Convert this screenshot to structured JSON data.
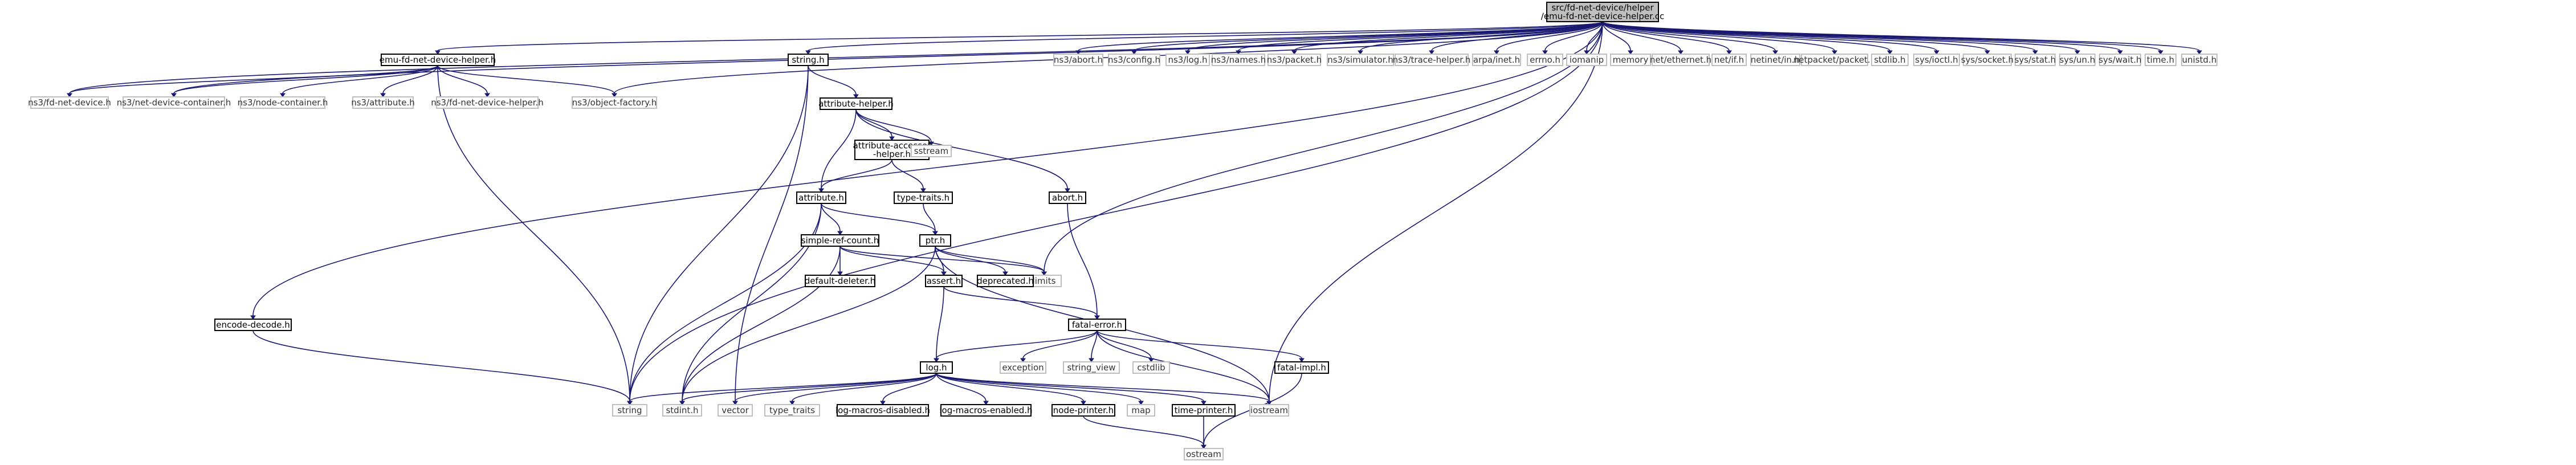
{
  "graph": {
    "root": "emu-fd-net-device-helper.cc",
    "nodes": [
      {
        "id": "root",
        "lines": [
          "src/fd-net-device/helper",
          "/emu-fd-net-device-helper.cc"
        ],
        "style": "root"
      },
      {
        "id": "emu_h",
        "lines": [
          "emu-fd-net-device-helper.h"
        ],
        "style": "boxed"
      },
      {
        "id": "fd_net_device",
        "lines": [
          "ns3/fd-net-device.h"
        ],
        "style": "grey"
      },
      {
        "id": "net_dev_container",
        "lines": [
          "ns3/net-device-container.h"
        ],
        "style": "grey"
      },
      {
        "id": "node_container",
        "lines": [
          "ns3/node-container.h"
        ],
        "style": "grey"
      },
      {
        "id": "attribute_ns3",
        "lines": [
          "ns3/attribute.h"
        ],
        "style": "grey"
      },
      {
        "id": "fd_helper",
        "lines": [
          "ns3/fd-net-device-helper.h"
        ],
        "style": "grey"
      },
      {
        "id": "object_factory",
        "lines": [
          "ns3/object-factory.h"
        ],
        "style": "grey"
      },
      {
        "id": "string_h",
        "lines": [
          "string.h"
        ],
        "style": "boxed"
      },
      {
        "id": "abort_ns3",
        "lines": [
          "ns3/abort.h"
        ],
        "style": "grey"
      },
      {
        "id": "config",
        "lines": [
          "ns3/config.h"
        ],
        "style": "grey"
      },
      {
        "id": "log_ns3",
        "lines": [
          "ns3/log.h"
        ],
        "style": "grey"
      },
      {
        "id": "names",
        "lines": [
          "ns3/names.h"
        ],
        "style": "grey"
      },
      {
        "id": "packet",
        "lines": [
          "ns3/packet.h"
        ],
        "style": "grey"
      },
      {
        "id": "simulator",
        "lines": [
          "ns3/simulator.h"
        ],
        "style": "grey"
      },
      {
        "id": "trace_helper",
        "lines": [
          "ns3/trace-helper.h"
        ],
        "style": "grey"
      },
      {
        "id": "arpa_inet",
        "lines": [
          "arpa/inet.h"
        ],
        "style": "grey"
      },
      {
        "id": "errno",
        "lines": [
          "errno.h"
        ],
        "style": "grey"
      },
      {
        "id": "iomanip",
        "lines": [
          "iomanip"
        ],
        "style": "grey"
      },
      {
        "id": "memory",
        "lines": [
          "memory"
        ],
        "style": "grey"
      },
      {
        "id": "net_ethernet",
        "lines": [
          "net/ethernet.h"
        ],
        "style": "grey"
      },
      {
        "id": "net_if",
        "lines": [
          "net/if.h"
        ],
        "style": "grey"
      },
      {
        "id": "netinet_in",
        "lines": [
          "netinet/in.h"
        ],
        "style": "grey"
      },
      {
        "id": "netpacket",
        "lines": [
          "netpacket/packet.h"
        ],
        "style": "grey"
      },
      {
        "id": "stdlib",
        "lines": [
          "stdlib.h"
        ],
        "style": "grey"
      },
      {
        "id": "sys_ioctl",
        "lines": [
          "sys/ioctl.h"
        ],
        "style": "grey"
      },
      {
        "id": "sys_socket",
        "lines": [
          "sys/socket.h"
        ],
        "style": "grey"
      },
      {
        "id": "sys_stat",
        "lines": [
          "sys/stat.h"
        ],
        "style": "grey"
      },
      {
        "id": "sys_un",
        "lines": [
          "sys/un.h"
        ],
        "style": "grey"
      },
      {
        "id": "sys_wait",
        "lines": [
          "sys/wait.h"
        ],
        "style": "grey"
      },
      {
        "id": "time_h",
        "lines": [
          "time.h"
        ],
        "style": "grey"
      },
      {
        "id": "unistd",
        "lines": [
          "unistd.h"
        ],
        "style": "grey"
      },
      {
        "id": "attribute_helper",
        "lines": [
          "attribute-helper.h"
        ],
        "style": "boxed"
      },
      {
        "id": "attr_accessor",
        "lines": [
          "attribute-accessor",
          "-helper.h"
        ],
        "style": "boxed"
      },
      {
        "id": "sstream",
        "lines": [
          "sstream"
        ],
        "style": "grey"
      },
      {
        "id": "abort_h",
        "lines": [
          "abort.h"
        ],
        "style": "boxed"
      },
      {
        "id": "attribute_h",
        "lines": [
          "attribute.h"
        ],
        "style": "boxed"
      },
      {
        "id": "type_traits_h",
        "lines": [
          "type-traits.h"
        ],
        "style": "boxed"
      },
      {
        "id": "ptr_h",
        "lines": [
          "ptr.h"
        ],
        "style": "boxed"
      },
      {
        "id": "simple_ref",
        "lines": [
          "simple-ref-count.h"
        ],
        "style": "boxed"
      },
      {
        "id": "limits",
        "lines": [
          "limits"
        ],
        "style": "grey"
      },
      {
        "id": "default_deleter",
        "lines": [
          "default-deleter.h"
        ],
        "style": "boxed"
      },
      {
        "id": "assert_h",
        "lines": [
          "assert.h"
        ],
        "style": "boxed"
      },
      {
        "id": "deprecated",
        "lines": [
          "deprecated.h"
        ],
        "style": "boxed"
      },
      {
        "id": "encode_decode",
        "lines": [
          "encode-decode.h"
        ],
        "style": "boxed"
      },
      {
        "id": "fatal_error",
        "lines": [
          "fatal-error.h"
        ],
        "style": "boxed"
      },
      {
        "id": "exception",
        "lines": [
          "exception"
        ],
        "style": "grey"
      },
      {
        "id": "string_view",
        "lines": [
          "string_view"
        ],
        "style": "grey"
      },
      {
        "id": "cstdlib",
        "lines": [
          "cstdlib"
        ],
        "style": "grey"
      },
      {
        "id": "fatal_impl",
        "lines": [
          "fatal-impl.h"
        ],
        "style": "boxed"
      },
      {
        "id": "log_h",
        "lines": [
          "log.h"
        ],
        "style": "boxed"
      },
      {
        "id": "string",
        "lines": [
          "string"
        ],
        "style": "grey"
      },
      {
        "id": "stdint",
        "lines": [
          "stdint.h"
        ],
        "style": "grey"
      },
      {
        "id": "vector",
        "lines": [
          "vector"
        ],
        "style": "grey"
      },
      {
        "id": "type_traits",
        "lines": [
          "type_traits"
        ],
        "style": "grey"
      },
      {
        "id": "log_macros_dis",
        "lines": [
          "log-macros-disabled.h"
        ],
        "style": "boxed"
      },
      {
        "id": "log_macros_en",
        "lines": [
          "log-macros-enabled.h"
        ],
        "style": "boxed"
      },
      {
        "id": "node_printer",
        "lines": [
          "node-printer.h"
        ],
        "style": "boxed"
      },
      {
        "id": "map",
        "lines": [
          "map"
        ],
        "style": "grey"
      },
      {
        "id": "time_printer",
        "lines": [
          "time-printer.h"
        ],
        "style": "boxed"
      },
      {
        "id": "iostream",
        "lines": [
          "iostream"
        ],
        "style": "grey"
      },
      {
        "id": "ostream",
        "lines": [
          "ostream"
        ],
        "style": "grey"
      }
    ],
    "edges": [
      [
        "root",
        "emu_h"
      ],
      [
        "root",
        "fd_net_device"
      ],
      [
        "root",
        "net_dev_container"
      ],
      [
        "root",
        "object_factory"
      ],
      [
        "root",
        "string_h"
      ],
      [
        "root",
        "abort_ns3"
      ],
      [
        "root",
        "config"
      ],
      [
        "root",
        "log_ns3"
      ],
      [
        "root",
        "names"
      ],
      [
        "root",
        "packet"
      ],
      [
        "root",
        "simulator"
      ],
      [
        "root",
        "trace_helper"
      ],
      [
        "root",
        "arpa_inet"
      ],
      [
        "root",
        "errno"
      ],
      [
        "root",
        "iomanip"
      ],
      [
        "root",
        "memory"
      ],
      [
        "root",
        "net_ethernet"
      ],
      [
        "root",
        "net_if"
      ],
      [
        "root",
        "netinet_in"
      ],
      [
        "root",
        "netpacket"
      ],
      [
        "root",
        "stdlib"
      ],
      [
        "root",
        "sys_ioctl"
      ],
      [
        "root",
        "sys_socket"
      ],
      [
        "root",
        "sys_stat"
      ],
      [
        "root",
        "sys_un"
      ],
      [
        "root",
        "sys_wait"
      ],
      [
        "root",
        "time_h"
      ],
      [
        "root",
        "unistd"
      ],
      [
        "root",
        "encode_decode"
      ],
      [
        "root",
        "limits"
      ],
      [
        "root",
        "iostream"
      ],
      [
        "root",
        "string"
      ],
      [
        "emu_h",
        "fd_net_device"
      ],
      [
        "emu_h",
        "net_dev_container"
      ],
      [
        "emu_h",
        "node_container"
      ],
      [
        "emu_h",
        "attribute_ns3"
      ],
      [
        "emu_h",
        "fd_helper"
      ],
      [
        "emu_h",
        "object_factory"
      ],
      [
        "emu_h",
        "string"
      ],
      [
        "string_h",
        "attribute_helper"
      ],
      [
        "string_h",
        "string"
      ],
      [
        "string_h",
        "vector"
      ],
      [
        "attribute_helper",
        "attr_accessor"
      ],
      [
        "attribute_helper",
        "sstream"
      ],
      [
        "attribute_helper",
        "abort_h"
      ],
      [
        "attribute_helper",
        "attribute_h"
      ],
      [
        "attr_accessor",
        "attribute_h"
      ],
      [
        "attr_accessor",
        "type_traits_h"
      ],
      [
        "abort_h",
        "fatal_error"
      ],
      [
        "attribute_h",
        "ptr_h"
      ],
      [
        "attribute_h",
        "simple_ref"
      ],
      [
        "attribute_h",
        "string"
      ],
      [
        "attribute_h",
        "stdint"
      ],
      [
        "type_traits_h",
        "ptr_h"
      ],
      [
        "ptr_h",
        "assert_h"
      ],
      [
        "ptr_h",
        "deprecated"
      ],
      [
        "ptr_h",
        "limits"
      ],
      [
        "ptr_h",
        "iostream"
      ],
      [
        "ptr_h",
        "stdint"
      ],
      [
        "simple_ref",
        "default_deleter"
      ],
      [
        "simple_ref",
        "assert_h"
      ],
      [
        "simple_ref",
        "limits"
      ],
      [
        "simple_ref",
        "stdint"
      ],
      [
        "assert_h",
        "fatal_error"
      ],
      [
        "assert_h",
        "log_h"
      ],
      [
        "encode_decode",
        "string"
      ],
      [
        "fatal_error",
        "log_h"
      ],
      [
        "fatal_error",
        "exception"
      ],
      [
        "fatal_error",
        "string_view"
      ],
      [
        "fatal_error",
        "cstdlib"
      ],
      [
        "fatal_error",
        "fatal_impl"
      ],
      [
        "fatal_error",
        "iostream"
      ],
      [
        "fatal_impl",
        "ostream"
      ],
      [
        "log_h",
        "string"
      ],
      [
        "log_h",
        "stdint"
      ],
      [
        "log_h",
        "vector"
      ],
      [
        "log_h",
        "type_traits"
      ],
      [
        "log_h",
        "log_macros_dis"
      ],
      [
        "log_h",
        "log_macros_en"
      ],
      [
        "log_h",
        "node_printer"
      ],
      [
        "log_h",
        "map"
      ],
      [
        "log_h",
        "time_printer"
      ],
      [
        "log_h",
        "iostream"
      ],
      [
        "node_printer",
        "ostream"
      ],
      [
        "time_printer",
        "ostream"
      ]
    ]
  }
}
